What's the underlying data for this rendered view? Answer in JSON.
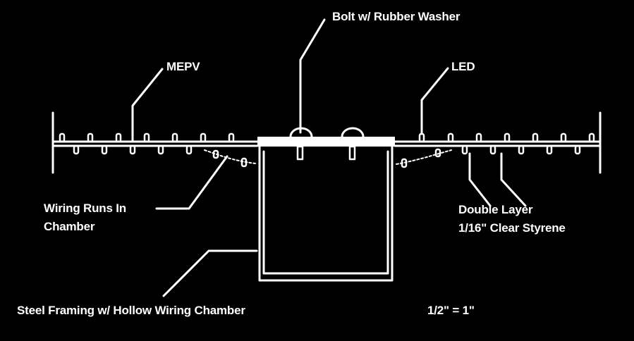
{
  "labels": {
    "bolt": "Bolt w/ Rubber Washer",
    "mepv": "MEPV",
    "led": "LED",
    "wiring_line1": "Wiring Runs In",
    "wiring_line2": "Chamber",
    "layer_line1": "Double Layer",
    "layer_line2": "1/16\" Clear Styrene",
    "framing": "Steel Framing w/ Hollow Wiring Chamber",
    "scale": "1/2\" = 1\""
  },
  "colors": {
    "background": "#000000",
    "ink": "#ffffff"
  }
}
